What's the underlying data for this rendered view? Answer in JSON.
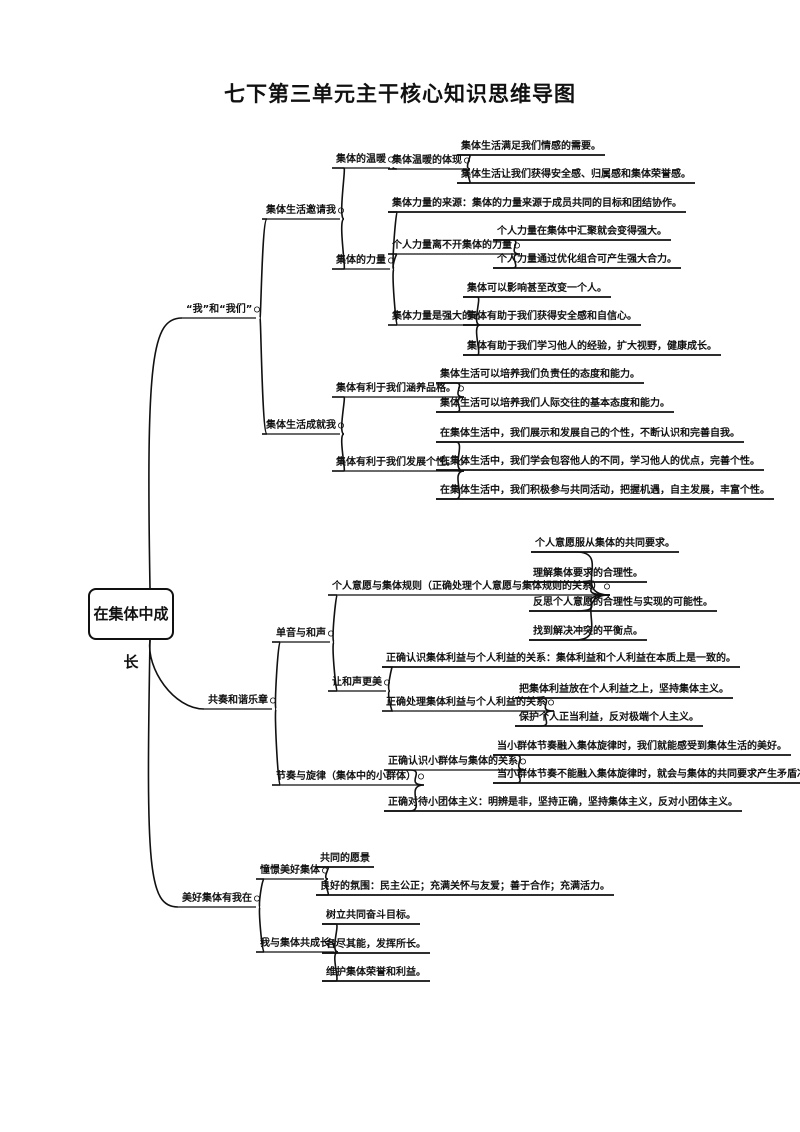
{
  "title": "七下第三单元主干核心知识思维导图",
  "root": "在集体中成长",
  "b1": {
    "label": "“我”和“我们”",
    "c1": {
      "label": "集体生活邀请我",
      "g1": {
        "label": "集体的温暖",
        "s1": {
          "label": "集体温暖的体现",
          "items": [
            "集体生活满足我们情感的需要。",
            "集体生活让我们获得安全感、归属感和集体荣誉感。"
          ]
        }
      },
      "g2": {
        "label": "集体的力量",
        "items": [
          "集体力量的来源：集体的力量来源于成员共同的目标和团结协作。"
        ],
        "s1": {
          "label": "个人力量离不开集体的力量",
          "items": [
            "个人力量在集体中汇聚就会变得强大。",
            "个人力量通过优化组合可产生强大合力。"
          ]
        },
        "s2": {
          "label": "集体力量是强大的",
          "items": [
            "集体可以影响甚至改变一个人。",
            "集体有助于我们获得安全感和自信心。",
            "集体有助于我们学习他人的经验，扩大视野，健康成长。"
          ]
        }
      }
    },
    "c2": {
      "label": "集体生活成就我",
      "g1": {
        "label": "集体有利于我们涵养品格。",
        "items": [
          "集体生活可以培养我们负责任的态度和能力。",
          "集体生活可以培养我们人际交往的基本态度和能力。"
        ]
      },
      "g2": {
        "label": "集体有利于我们发展个性。",
        "items": [
          "在集体生活中，我们展示和发展自己的个性，不断认识和完善自我。",
          "在集体生活中，我们学会包容他人的不同，学习他人的优点，完善个性。",
          "在集体生活中，我们积极参与共同活动，把握机遇，自主发展，丰富个性。"
        ]
      }
    }
  },
  "b2": {
    "label": "共奏和谐乐章",
    "c1": {
      "label": "单音与和声",
      "g1": {
        "label": "个人意愿与集体规则（正确处理个人意愿与集体规则的关系）",
        "items": [
          "个人意愿服从集体的共同要求。",
          "理解集体要求的合理性。",
          "反思个人意愿的合理性与实现的可能性。",
          "找到解决冲突的平衡点。"
        ]
      },
      "g2": {
        "label": "让和声更美",
        "items": [
          "正确认识集体利益与个人利益的关系：集体利益和个人利益在本质上是一致的。"
        ],
        "s1": {
          "label": "正确处理集体利益与个人利益的关系",
          "items": [
            "把集体利益放在个人利益之上，坚持集体主义。",
            "保护个人正当利益，反对极端个人主义。"
          ]
        }
      }
    },
    "c2": {
      "label": "节奏与旋律（集体中的小群体）",
      "s1": {
        "label": "正确认识小群体与集体的关系",
        "items": [
          "当小群体节奏融入集体旋律时，我们就能感受到集体生活的美好。",
          "当小群体节奏不能融入集体旋律时，就会与集体的共同要求产生矛盾冲突。"
        ]
      },
      "items": [
        "正确对待小团体主义：明辨是非，坚持正确，坚持集体主义，反对小团体主义。"
      ]
    }
  },
  "b3": {
    "label": "美好集体有我在",
    "c1": {
      "label": "憧憬美好集体",
      "items": [
        "共同的愿景",
        "良好的氛围：民主公正；充满关怀与友爱；善于合作；充满活力。"
      ]
    },
    "c2": {
      "label": "我与集体共成长",
      "items": [
        "树立共同奋斗目标。",
        "各尽其能，发挥所长。",
        "维护集体荣誉和利益。"
      ]
    }
  }
}
